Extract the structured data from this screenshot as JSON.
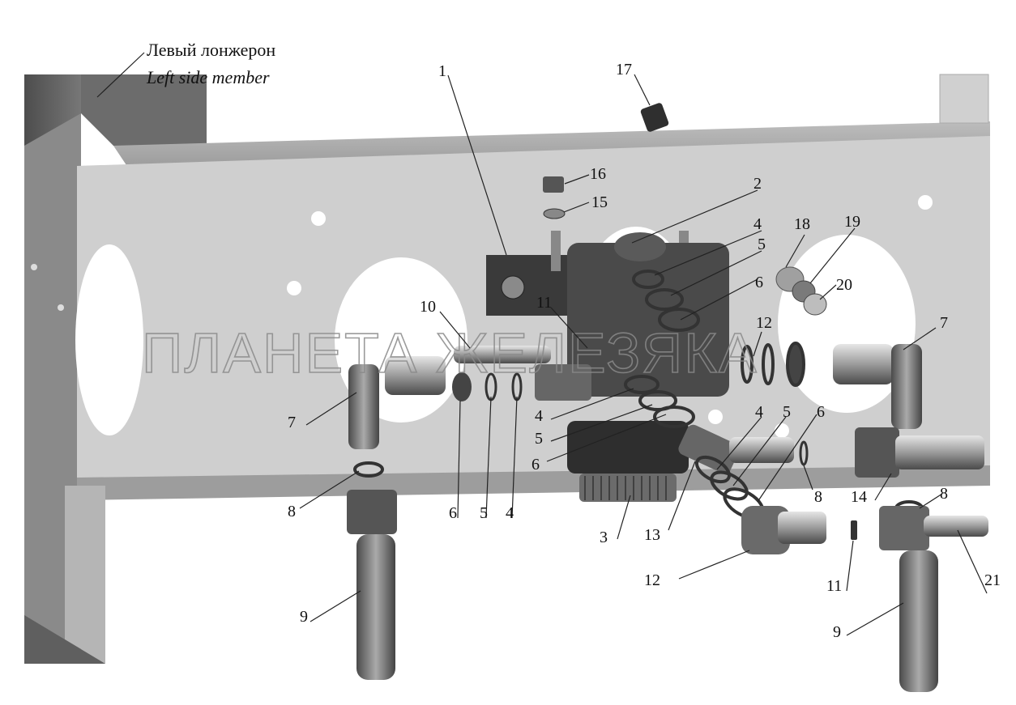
{
  "header": {
    "title_ru": "Левый лонжерон",
    "title_en": "Left side member"
  },
  "watermark": {
    "text": "ПЛАНЕТА ЖЕЛЕЗЯКА"
  },
  "colors": {
    "frame_face": "#c9c9c9",
    "frame_top": "#a9a9a9",
    "frame_dark": "#5d5d5d",
    "part_dark": "#3c3c3c",
    "part_mid": "#8c8c8c",
    "part_light": "#bdbdbd"
  },
  "callouts": [
    {
      "id": "c1",
      "label": "1"
    },
    {
      "id": "c2",
      "label": "2"
    },
    {
      "id": "c3",
      "label": "3"
    },
    {
      "id": "c4a",
      "label": "4"
    },
    {
      "id": "c4b",
      "label": "4"
    },
    {
      "id": "c4c",
      "label": "4"
    },
    {
      "id": "c4d",
      "label": "4"
    },
    {
      "id": "c5a",
      "label": "5"
    },
    {
      "id": "c5b",
      "label": "5"
    },
    {
      "id": "c5c",
      "label": "5"
    },
    {
      "id": "c5d",
      "label": "5"
    },
    {
      "id": "c6a",
      "label": "6"
    },
    {
      "id": "c6b",
      "label": "6"
    },
    {
      "id": "c6c",
      "label": "6"
    },
    {
      "id": "c6d",
      "label": "6"
    },
    {
      "id": "c7a",
      "label": "7"
    },
    {
      "id": "c7b",
      "label": "7"
    },
    {
      "id": "c8a",
      "label": "8"
    },
    {
      "id": "c8b",
      "label": "8"
    },
    {
      "id": "c8c",
      "label": "8"
    },
    {
      "id": "c9a",
      "label": "9"
    },
    {
      "id": "c9b",
      "label": "9"
    },
    {
      "id": "c10",
      "label": "10"
    },
    {
      "id": "c11a",
      "label": "11"
    },
    {
      "id": "c11b",
      "label": "11"
    },
    {
      "id": "c12a",
      "label": "12"
    },
    {
      "id": "c12b",
      "label": "12"
    },
    {
      "id": "c13",
      "label": "13"
    },
    {
      "id": "c14",
      "label": "14"
    },
    {
      "id": "c15",
      "label": "15"
    },
    {
      "id": "c16",
      "label": "16"
    },
    {
      "id": "c17",
      "label": "17"
    },
    {
      "id": "c18",
      "label": "18"
    },
    {
      "id": "c19",
      "label": "19"
    },
    {
      "id": "c20",
      "label": "20"
    },
    {
      "id": "c21",
      "label": "21"
    }
  ]
}
